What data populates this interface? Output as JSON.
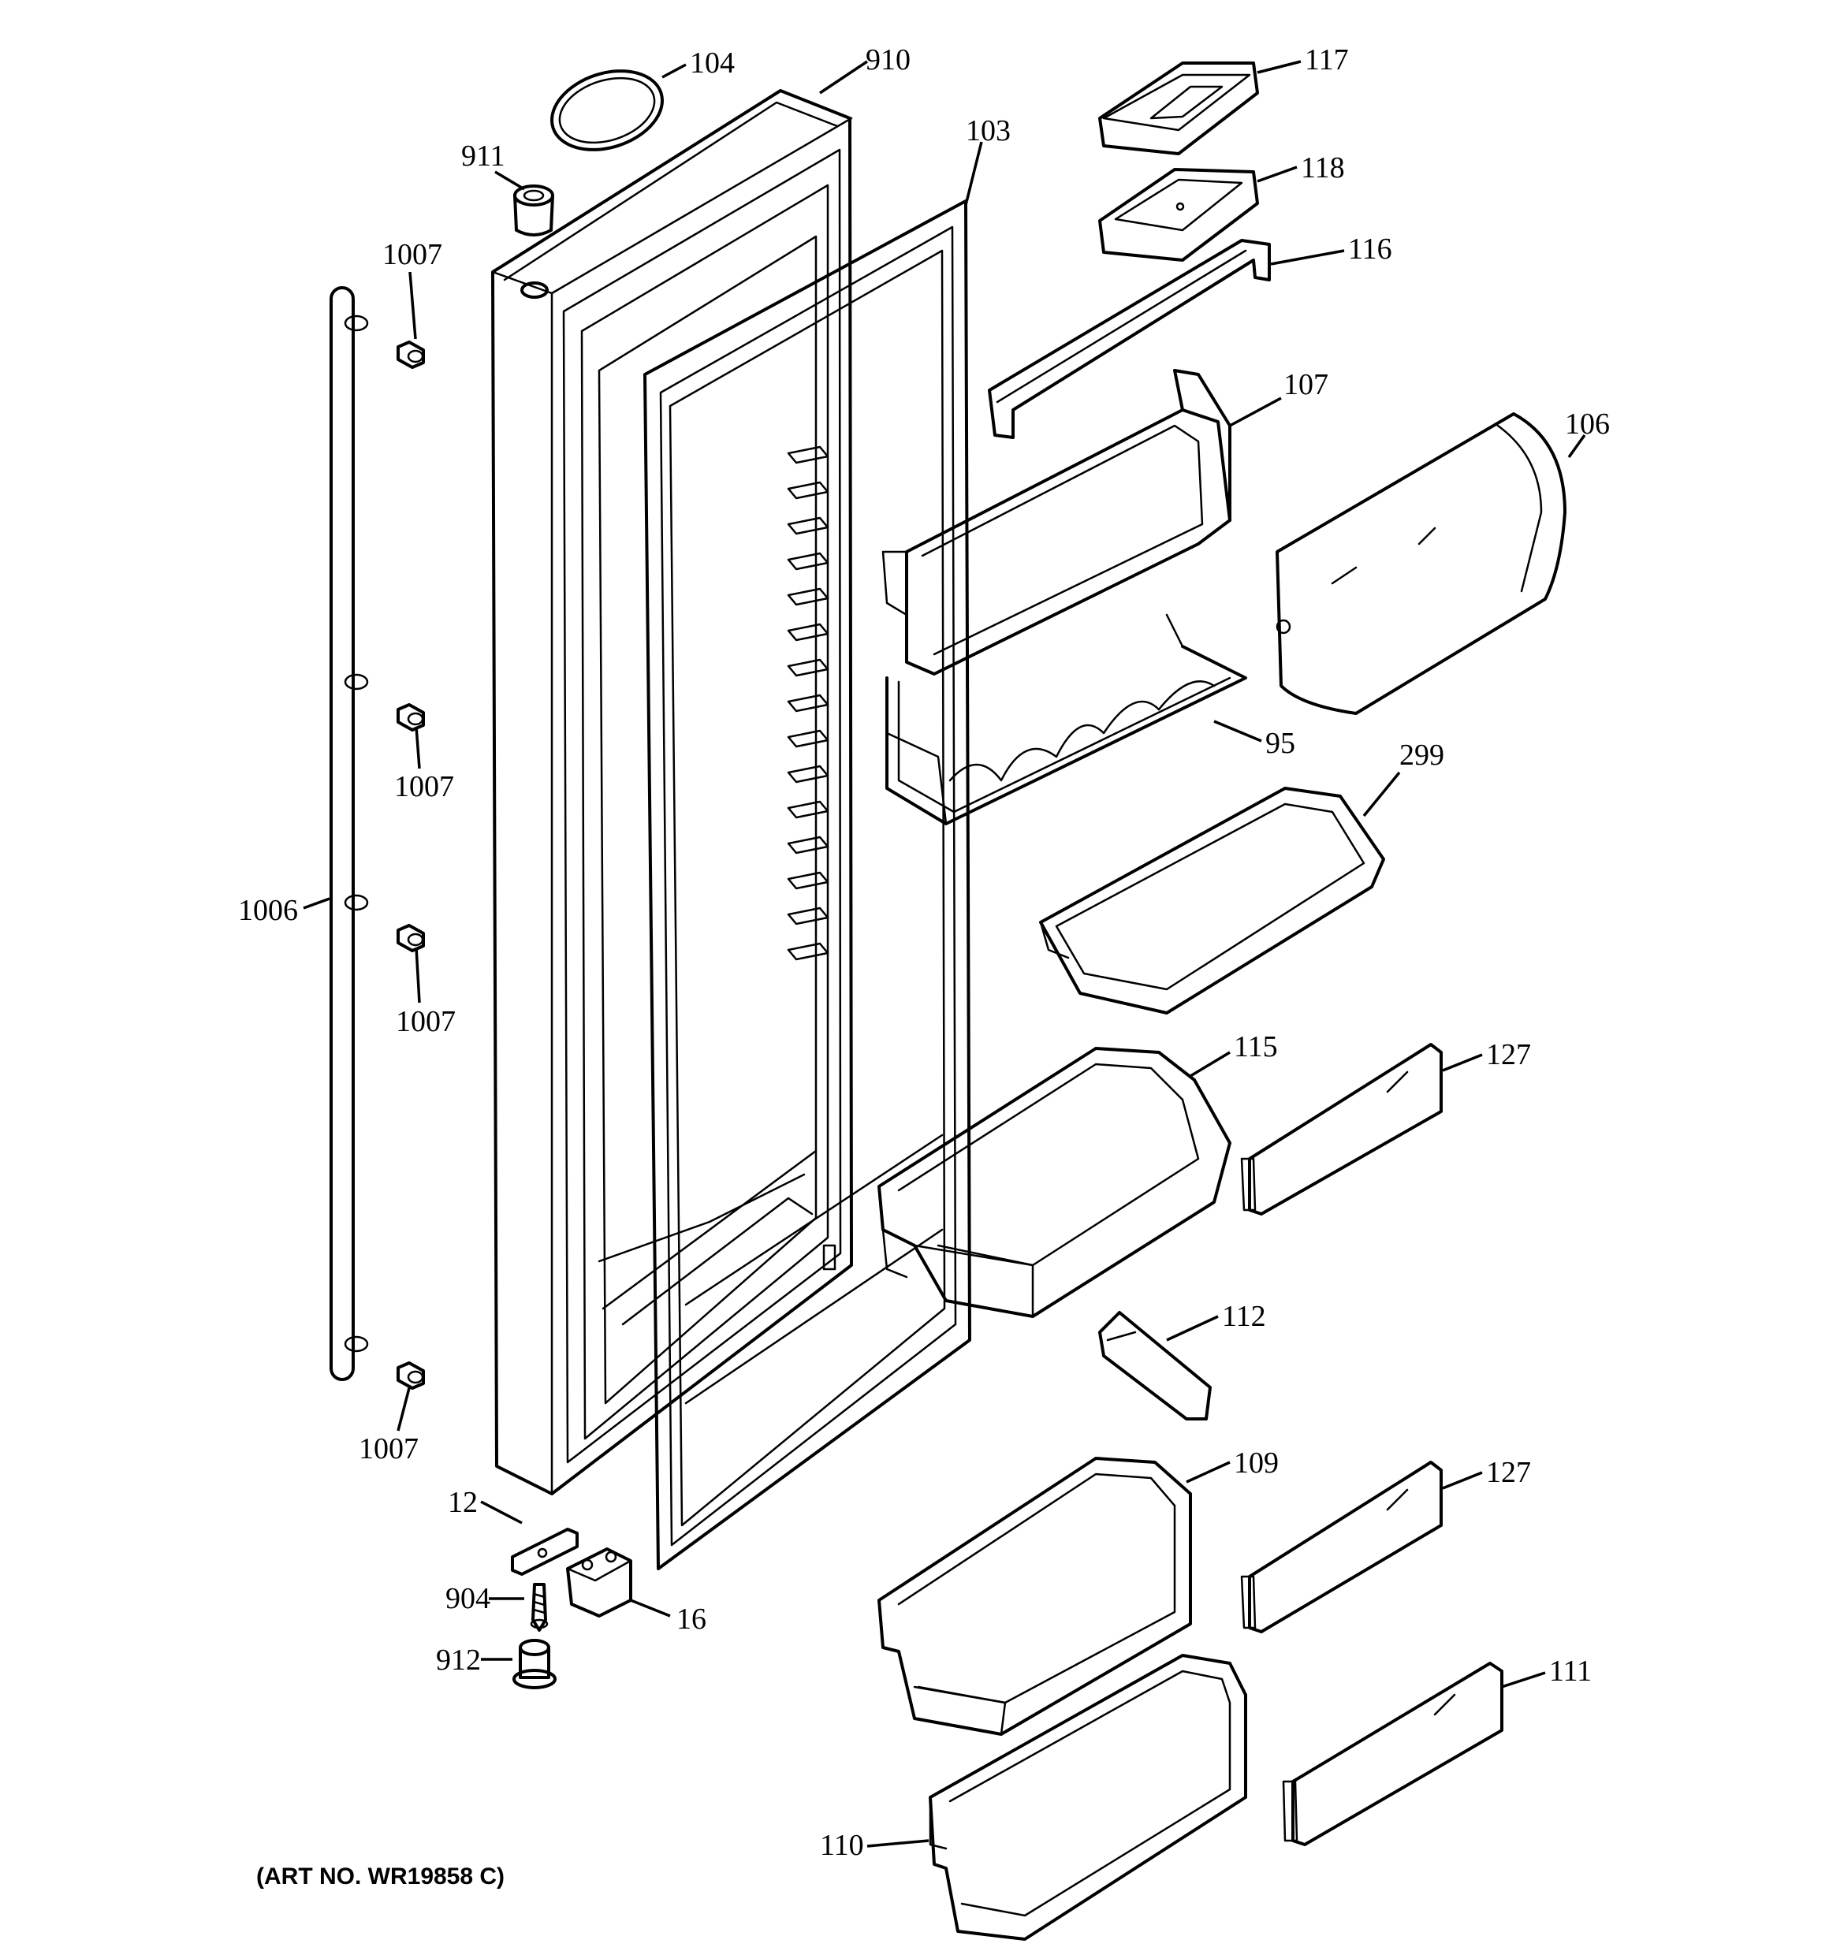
{
  "diagram": {
    "art_number": "(ART NO. WR19858 C)",
    "callouts": {
      "c104": "104",
      "c910": "910",
      "c117": "117",
      "c911": "911",
      "c103": "103",
      "c118": "118",
      "c116": "116",
      "c1007a": "1007",
      "c107": "107",
      "c106": "106",
      "c95": "95",
      "c1007b": "1007",
      "c299": "299",
      "c1006": "1006",
      "c1007c": "1007",
      "c115": "115",
      "c127a": "127",
      "c112": "112",
      "c1007d": "1007",
      "c109": "109",
      "c127b": "127",
      "c12": "12",
      "c904": "904",
      "c16": "16",
      "c912": "912",
      "c111": "111",
      "c110": "110"
    }
  }
}
